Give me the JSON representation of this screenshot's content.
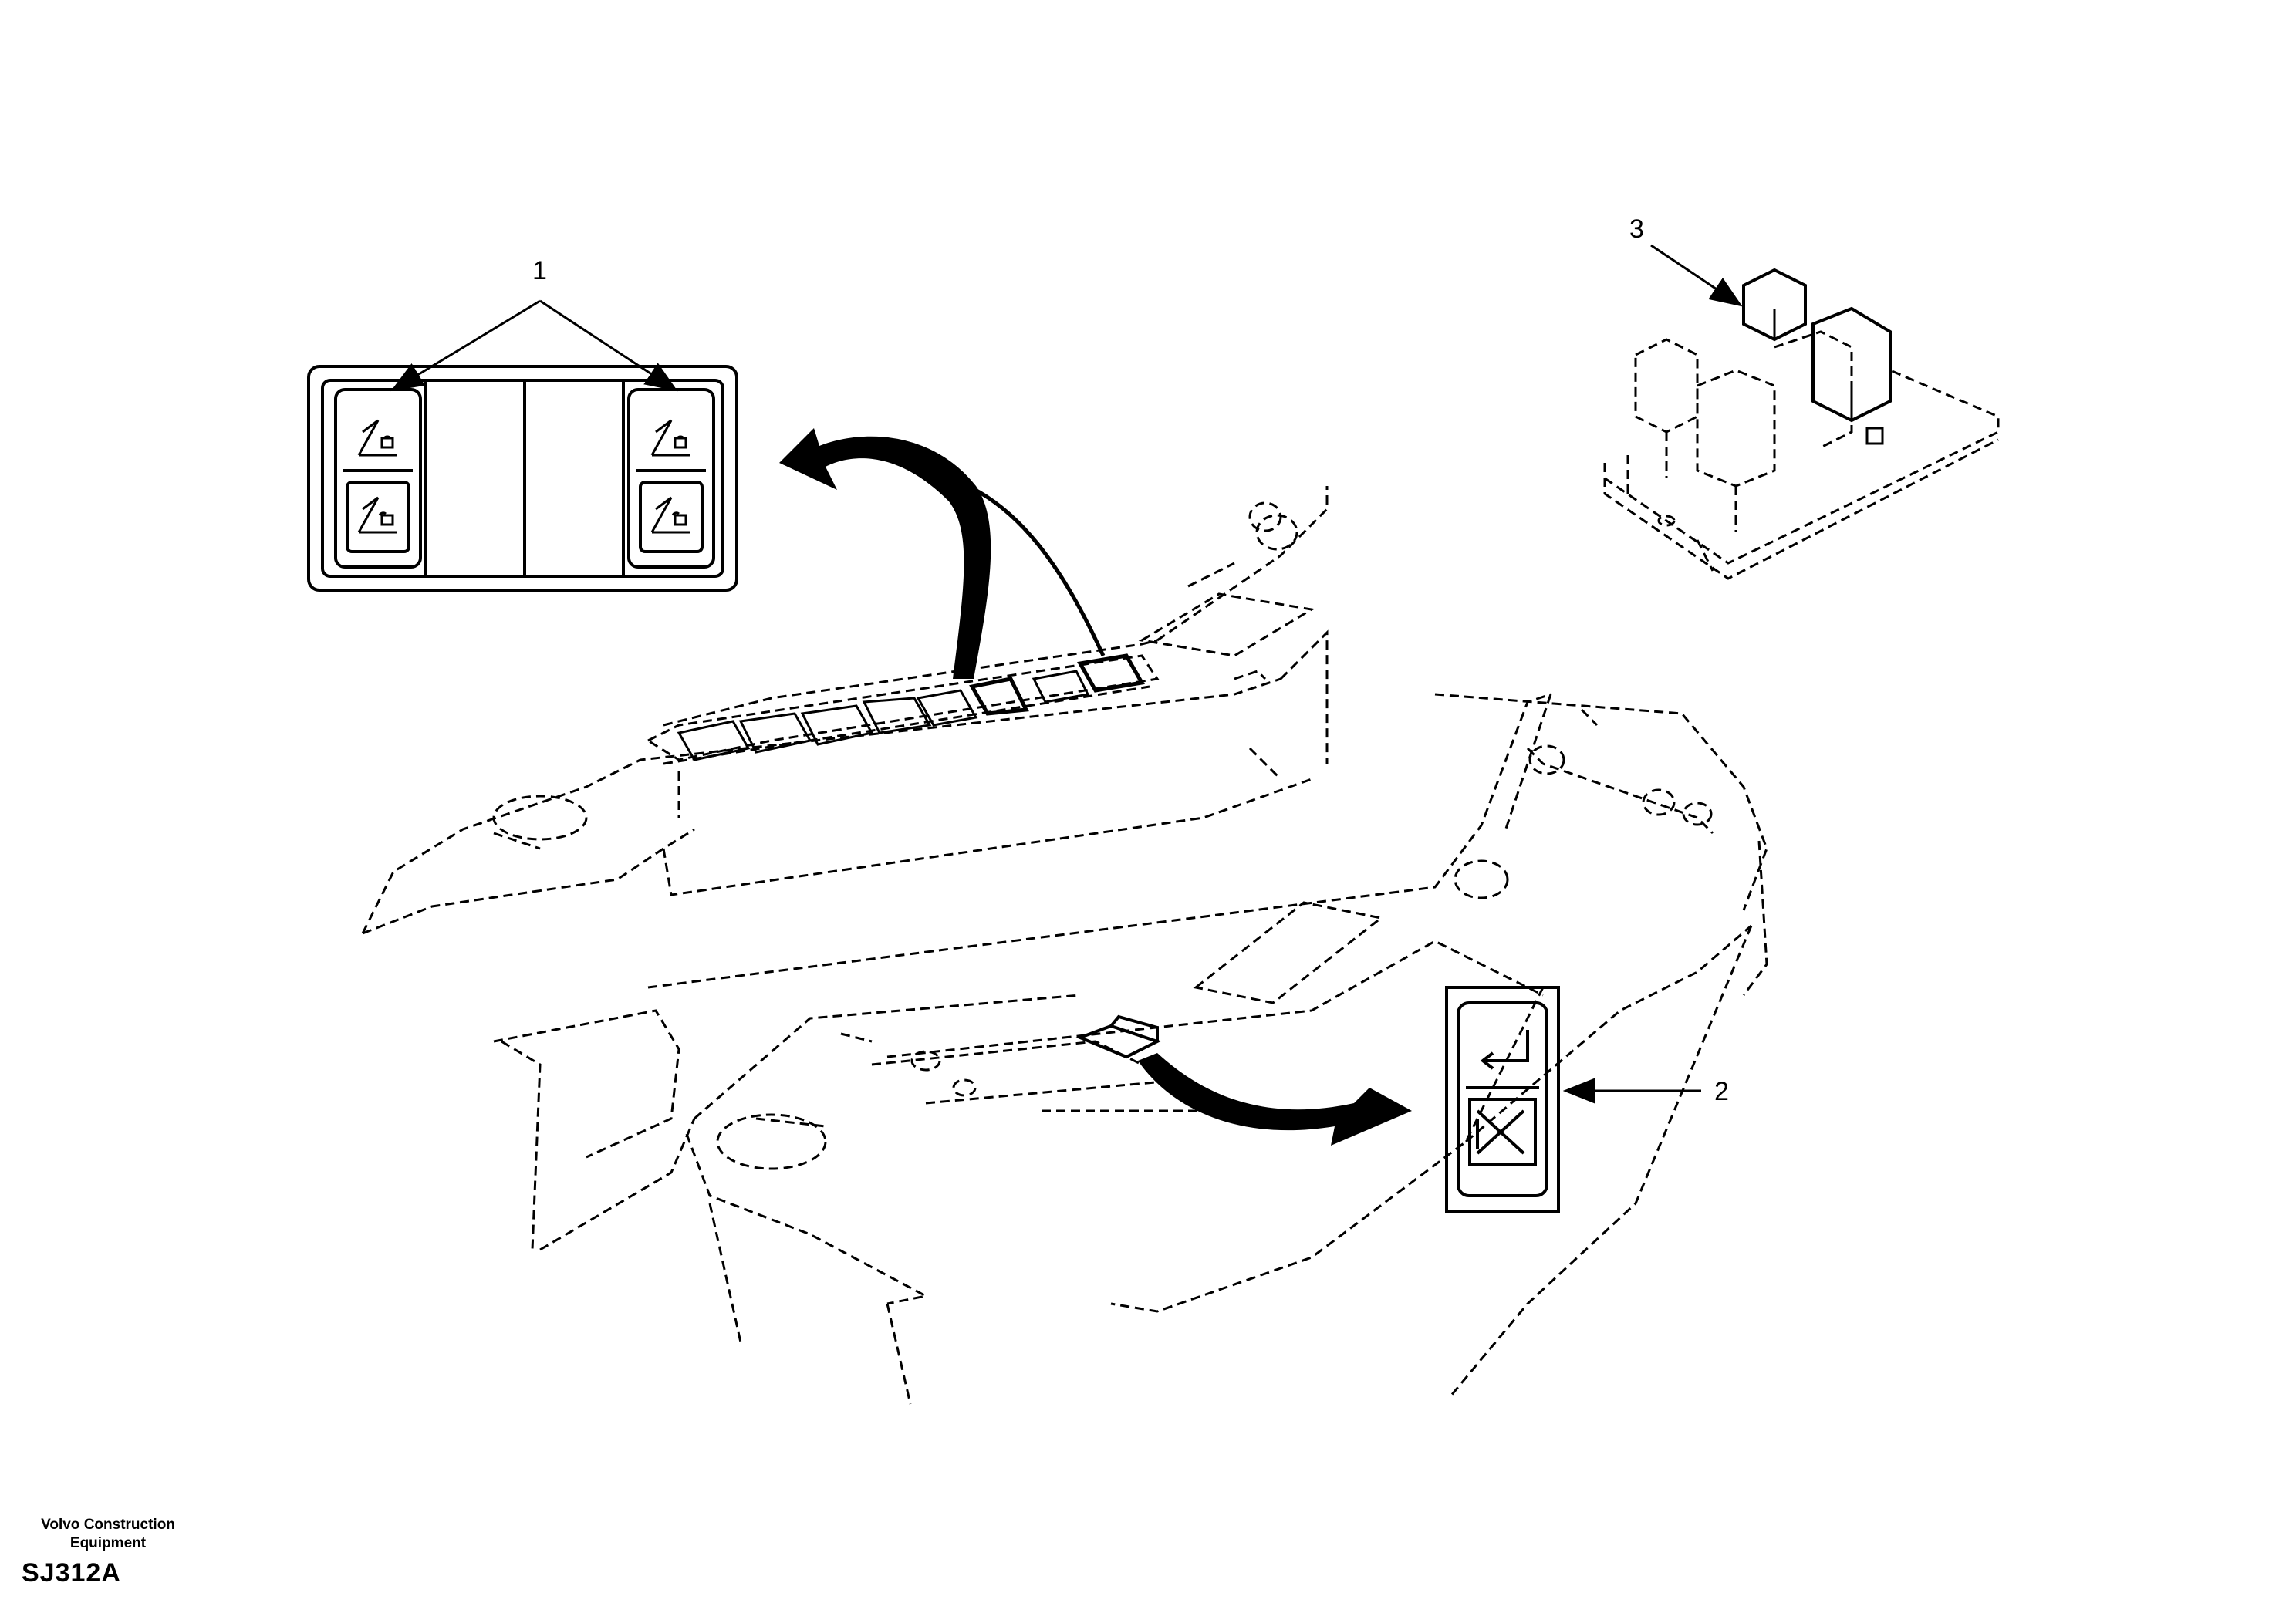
{
  "callouts": {
    "item1": "1",
    "item2": "2",
    "item3": "3"
  },
  "footer": {
    "publisher_line1": "Volvo Construction",
    "publisher_line2": "Equipment",
    "figure_code": "SJ312A"
  },
  "colors": {
    "line": "#000000",
    "background": "#ffffff"
  },
  "icons": [
    "padlock-locked-icon",
    "padlock-unlocked-icon",
    "return-arrow-icon",
    "crossed-out-icon"
  ]
}
